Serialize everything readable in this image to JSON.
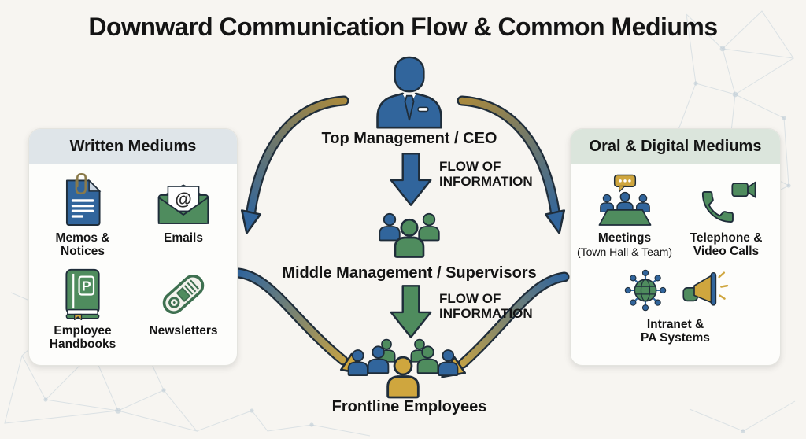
{
  "title": "Downward Communication Flow & Common Mediums",
  "palette": {
    "background": "#F7F5F1",
    "blue": "#31659C",
    "green": "#4F8C5E",
    "gold": "#CFA63E",
    "outline": "#1F2D3A",
    "text": "#141414",
    "panel_bg": "#FDFDFB",
    "written_header_bg": "#DFE5E9",
    "oral_header_bg": "#DBE5DC",
    "mesh_line": "#B9C9D4"
  },
  "center_flow": {
    "top": {
      "label": "Top Management / CEO",
      "icon": "ceo-icon"
    },
    "middle": {
      "label": "Middle Management / Supervisors",
      "icon": "team-icon"
    },
    "bottom": {
      "label": "Frontline Employees",
      "icon": "crowd-icon"
    },
    "flow_label": "FLOW OF\nINFORMATION"
  },
  "written_panel": {
    "title": "Written Mediums",
    "items": [
      {
        "label": "Memos &\nNotices",
        "icon": "memo-icon"
      },
      {
        "label": "Emails",
        "icon": "email-icon"
      },
      {
        "label": "Employee\nHandbooks",
        "icon": "handbook-icon"
      },
      {
        "label": "Newsletters",
        "icon": "newsletter-icon"
      }
    ]
  },
  "oral_panel": {
    "title": "Oral & Digital Mediums",
    "items": [
      {
        "label": "Meetings",
        "sublabel": "(Town Hall & Team)",
        "icon": "meeting-icon"
      },
      {
        "label": "Telephone &\nVideo Calls",
        "icon": "phone-video-icon"
      },
      {
        "label": "Intranet &\nPA Systems",
        "icon": "intranet-pa-icon"
      }
    ]
  }
}
